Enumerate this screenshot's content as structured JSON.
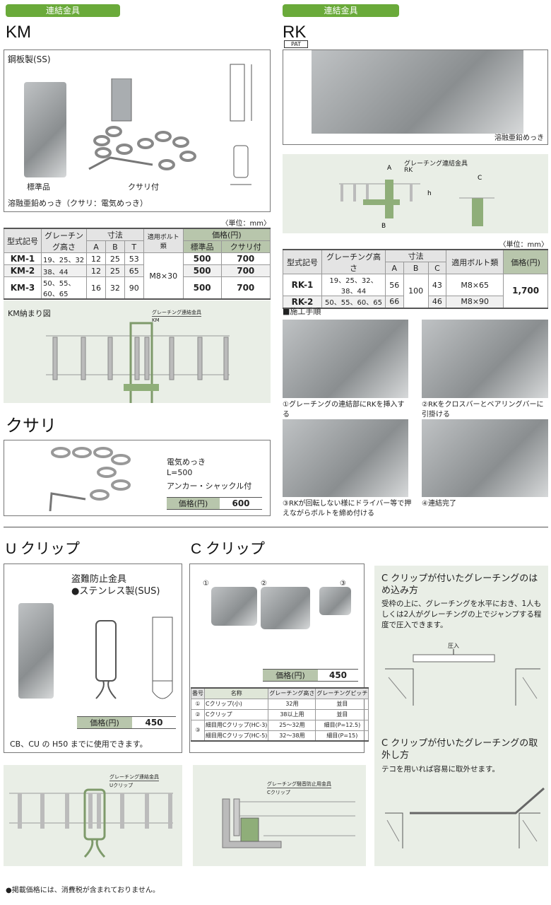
{
  "header": {
    "badge_left": "連結金具",
    "badge_right": "連結金具"
  },
  "km": {
    "title": "KM",
    "material": "鋼板製(SS)",
    "caption_standard": "標準品",
    "caption_chain": "クサリ付",
    "finish": "溶融亜鉛めっき（クサリ：電気めっき）",
    "unit": "〈単位：mm〉",
    "table": {
      "headers": {
        "model": "型式記号",
        "grating": "グレーチング高さ",
        "dims": "寸法",
        "a": "A",
        "b": "B",
        "t": "T",
        "bolt": "適用ボルト類",
        "price": "価格(円)",
        "std": "標準品",
        "chain": "クサリ付"
      },
      "rows": [
        {
          "model": "KM-1",
          "grating": "19、25、32",
          "a": "12",
          "b": "25",
          "t": "53",
          "std": "500",
          "chain": "700"
        },
        {
          "model": "KM-2",
          "grating": "38、44",
          "a": "12",
          "b": "25",
          "t": "65",
          "std": "500",
          "chain": "700"
        },
        {
          "model": "KM-3",
          "grating": "50、55、60、65",
          "a": "16",
          "b": "32",
          "t": "90",
          "std": "500",
          "chain": "700"
        }
      ],
      "bolt": "M8×30"
    },
    "fit_title": "KM納まり図",
    "fit_label1": "グレーチング連結金具",
    "fit_label2": "KM"
  },
  "chain": {
    "title": "クサリ",
    "line1": "電気めっき",
    "line2": "L=500",
    "line3": "アンカー・シャックル付",
    "price_label": "価格(円)",
    "price": "600"
  },
  "rk": {
    "title": "RK",
    "pat": "PAT",
    "finish": "溶融亜鉛めっき",
    "diag_label1": "グレーチング連結金具",
    "diag_label2": "RK",
    "unit": "〈単位：mm〉",
    "table": {
      "headers": {
        "model": "型式記号",
        "grating": "グレーチング高さ",
        "dims": "寸法",
        "a": "A",
        "b": "B",
        "c": "C",
        "bolt": "適用ボルト類",
        "price": "価格(円)"
      },
      "rows": [
        {
          "model": "RK-1",
          "grating": "19、25、32、38、44",
          "a": "56",
          "c": "43",
          "bolt": "M8×65"
        },
        {
          "model": "RK-2",
          "grating": "50、55、60、65",
          "a": "66",
          "c": "46",
          "bolt": "M8×90"
        }
      ],
      "b": "100",
      "price": "1,700"
    },
    "steps_title": "■施工手順",
    "steps": [
      "①グレーチングの連結部にRKを挿入する",
      "②RKをクロスバーとベアリングバーに引掛ける",
      "③RKが回転しない様にドライバー等で押えながらボルトを締め付ける",
      "④連結完了"
    ]
  },
  "uclip": {
    "title": "U クリップ",
    "heading1": "盗難防止金具",
    "heading2": "●ステンレス製(SUS)",
    "price_label": "価格(円)",
    "price": "450",
    "note": "CB、CU の H50 までに使用できます。",
    "diag_label1": "グレーチング連結金具",
    "diag_label2": "Uクリップ"
  },
  "cclip": {
    "title": "C クリップ",
    "price_label": "価格(円)",
    "price": "450",
    "nums": [
      "①",
      "②",
      "③"
    ],
    "table": {
      "headers": [
        "番号",
        "名称",
        "グレーチング高さ",
        "グレーチングピッチ"
      ],
      "rows": [
        [
          "①",
          "Cクリップ(小)",
          "32用",
          "並目"
        ],
        [
          "②",
          "Cクリップ",
          "38以上用",
          "並目"
        ],
        [
          "③",
          "細目用Cクリップ(HC-3)",
          "25〜32用",
          "細目(P=12.5)"
        ],
        [
          "",
          "細目用Cクリップ(HC-5)",
          "32〜38用",
          "細目(P=15)"
        ]
      ]
    },
    "diag_label1": "グレーチング騒音防止用金具",
    "diag_label2": "Cクリップ",
    "install_title": "C クリップが付いたグレーチングのはめ込み方",
    "install_text": "受枠の上に、グレーチングを水平におき、1人もしくは2人がグレーチングの上でジャンプする程度で圧入できます。",
    "press_label": "圧入",
    "remove_title": "C クリップが付いたグレーチングの取外し方",
    "remove_text": "テコを用いれば容易に取外せます。"
  },
  "footnote": "●掲載価格には、消費税が含まれておりません。"
}
